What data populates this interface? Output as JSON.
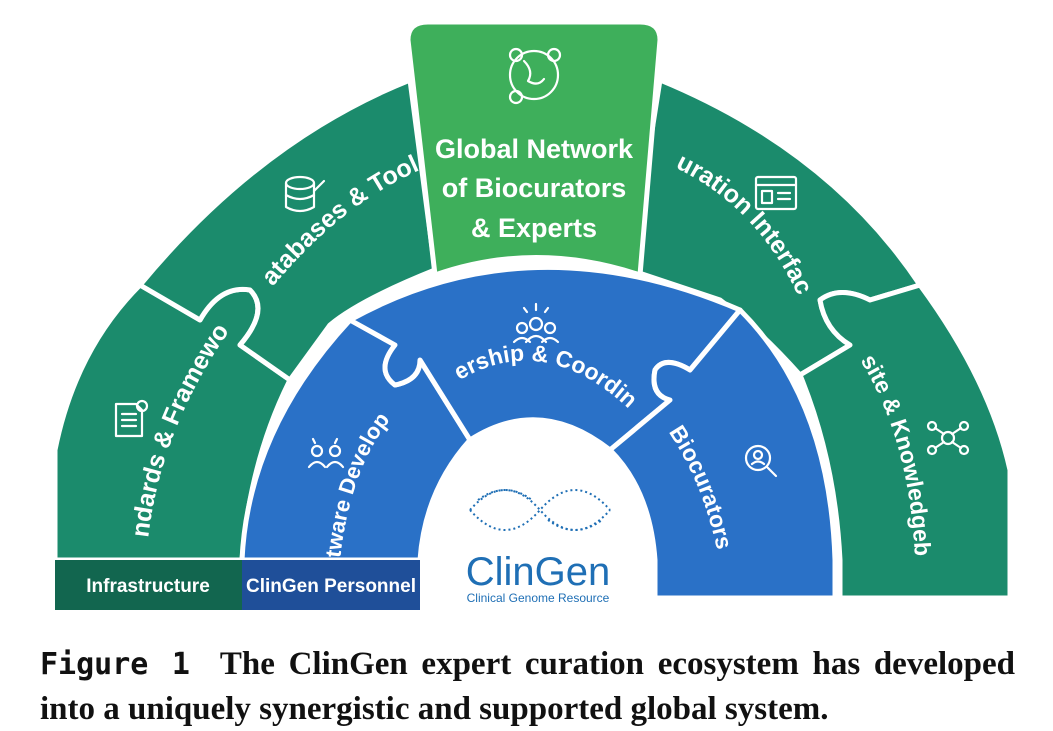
{
  "colors": {
    "outer_green": "#1b8b6c",
    "outer_green_dark": "#12664f",
    "top_green": "#3eaf5b",
    "inner_blue": "#2a71c7",
    "inner_blue_dark": "#1f4f99",
    "logo_blue": "#1f6fb5"
  },
  "segments": {
    "standards": "Standards & Frameworks",
    "databases": "Databases & Tools",
    "global_line1": "Global Network",
    "global_line2": "of Biocurators",
    "global_line3": "& Experts",
    "curation": "Curation Interfaces",
    "website": "Website & Knowledgebases",
    "software": "Software Developers",
    "leadership": "Leadership & Coordinators",
    "biocurators": "Biocurators"
  },
  "tabs": {
    "infrastructure": "Infrastructure",
    "personnel": "ClinGen Personnel"
  },
  "logo": {
    "name": "ClinGen",
    "subtitle": "Clinical Genome Resource"
  },
  "icons": [
    "globe-people-icon",
    "database-tools-icon",
    "document-icon",
    "browser-window-icon",
    "network-nodes-icon",
    "leadership-group-icon",
    "developers-group-icon",
    "magnifier-person-icon",
    "dna-helix-icon"
  ],
  "caption": {
    "figure_label": "Figure 1",
    "text": "The ClinGen expert curation ecosystem has developed into a uniquely synergistic and supported global system."
  }
}
